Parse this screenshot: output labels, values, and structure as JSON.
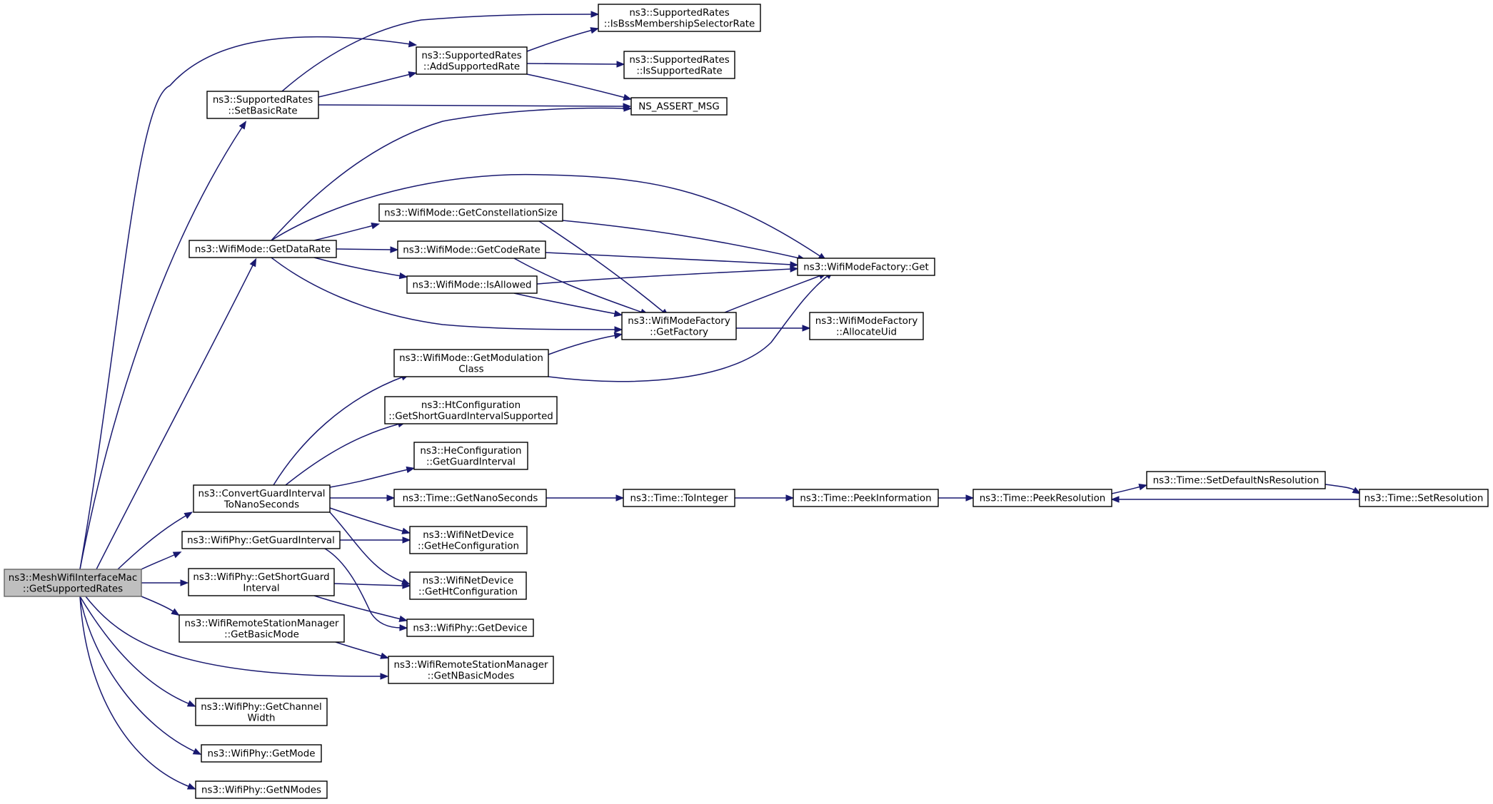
{
  "diagram": {
    "edge_color": "#191970",
    "root_fill": "#bfbfbf",
    "nodes": [
      {
        "id": "mesh",
        "lines": [
          "ns3::MeshWifiInterfaceMac",
          "::GetSupportedRates"
        ],
        "root": true
      },
      {
        "id": "setbasic",
        "lines": [
          "ns3::SupportedRates",
          "::SetBasicRate"
        ]
      },
      {
        "id": "addsup",
        "lines": [
          "ns3::SupportedRates",
          "::AddSupportedRate"
        ]
      },
      {
        "id": "isbss",
        "lines": [
          "ns3::SupportedRates",
          "::IsBssMembershipSelectorRate"
        ]
      },
      {
        "id": "issup",
        "lines": [
          "ns3::SupportedRates",
          "::IsSupportedRate"
        ]
      },
      {
        "id": "assert",
        "lines": [
          "NS_ASSERT_MSG"
        ]
      },
      {
        "id": "getdatarate",
        "lines": [
          "ns3::WifiMode::GetDataRate"
        ]
      },
      {
        "id": "constsize",
        "lines": [
          "ns3::WifiMode::GetConstellationSize"
        ]
      },
      {
        "id": "coderate",
        "lines": [
          "ns3::WifiMode::GetCodeRate"
        ]
      },
      {
        "id": "isallowed",
        "lines": [
          "ns3::WifiMode::IsAllowed"
        ]
      },
      {
        "id": "factget",
        "lines": [
          "ns3::WifiModeFactory::Get"
        ]
      },
      {
        "id": "getfactory",
        "lines": [
          "ns3::WifiModeFactory",
          "::GetFactory"
        ]
      },
      {
        "id": "allocuid",
        "lines": [
          "ns3::WifiModeFactory",
          "::AllocateUid"
        ]
      },
      {
        "id": "modclass",
        "lines": [
          "ns3::WifiMode::GetModulation",
          "Class"
        ]
      },
      {
        "id": "htshortgi",
        "lines": [
          "ns3::HtConfiguration",
          "::GetShortGuardIntervalSupported"
        ]
      },
      {
        "id": "heguard",
        "lines": [
          "ns3::HeConfiguration",
          "::GetGuardInterval"
        ]
      },
      {
        "id": "convert",
        "lines": [
          "ns3::ConvertGuardInterval",
          "ToNanoSeconds"
        ]
      },
      {
        "id": "nanosec",
        "lines": [
          "ns3::Time::GetNanoSeconds"
        ]
      },
      {
        "id": "tointeger",
        "lines": [
          "ns3::Time::ToInteger"
        ]
      },
      {
        "id": "peekinfo",
        "lines": [
          "ns3::Time::PeekInformation"
        ]
      },
      {
        "id": "peekres",
        "lines": [
          "ns3::Time::PeekResolution"
        ]
      },
      {
        "id": "setdefault",
        "lines": [
          "ns3::Time::SetDefaultNsResolution"
        ]
      },
      {
        "id": "setres",
        "lines": [
          "ns3::Time::SetResolution"
        ]
      },
      {
        "id": "guardint",
        "lines": [
          "ns3::WifiPhy::GetGuardInterval"
        ]
      },
      {
        "id": "heconf",
        "lines": [
          "ns3::WifiNetDevice",
          "::GetHeConfiguration"
        ]
      },
      {
        "id": "shortguard",
        "lines": [
          "ns3::WifiPhy::GetShortGuard",
          "Interval"
        ]
      },
      {
        "id": "htconf",
        "lines": [
          "ns3::WifiNetDevice",
          "::GetHtConfiguration"
        ]
      },
      {
        "id": "getdevice",
        "lines": [
          "ns3::WifiPhy::GetDevice"
        ]
      },
      {
        "id": "basicmode",
        "lines": [
          "ns3::WifiRemoteStationManager",
          "::GetBasicMode"
        ]
      },
      {
        "id": "nbasic",
        "lines": [
          "ns3::WifiRemoteStationManager",
          "::GetNBasicModes"
        ]
      },
      {
        "id": "chwidth",
        "lines": [
          "ns3::WifiPhy::GetChannel",
          "Width"
        ]
      },
      {
        "id": "getmode",
        "lines": [
          "ns3::WifiPhy::GetMode"
        ]
      },
      {
        "id": "getnmodes",
        "lines": [
          "ns3::WifiPhy::GetNModes"
        ]
      }
    ],
    "edges": [
      [
        "mesh",
        "setbasic"
      ],
      [
        "mesh",
        "addsup"
      ],
      [
        "mesh",
        "getdatarate"
      ],
      [
        "mesh",
        "convert"
      ],
      [
        "mesh",
        "guardint"
      ],
      [
        "mesh",
        "shortguard"
      ],
      [
        "mesh",
        "basicmode"
      ],
      [
        "mesh",
        "nbasic"
      ],
      [
        "mesh",
        "chwidth"
      ],
      [
        "mesh",
        "getmode"
      ],
      [
        "mesh",
        "getnmodes"
      ],
      [
        "setbasic",
        "addsup"
      ],
      [
        "setbasic",
        "isbss"
      ],
      [
        "setbasic",
        "assert"
      ],
      [
        "addsup",
        "isbss"
      ],
      [
        "addsup",
        "issup"
      ],
      [
        "addsup",
        "assert"
      ],
      [
        "getdatarate",
        "assert"
      ],
      [
        "getdatarate",
        "factget"
      ],
      [
        "getdatarate",
        "constsize"
      ],
      [
        "getdatarate",
        "coderate"
      ],
      [
        "getdatarate",
        "isallowed"
      ],
      [
        "getdatarate",
        "getfactory"
      ],
      [
        "constsize",
        "factget"
      ],
      [
        "constsize",
        "getfactory"
      ],
      [
        "coderate",
        "factget"
      ],
      [
        "coderate",
        "getfactory"
      ],
      [
        "isallowed",
        "factget"
      ],
      [
        "isallowed",
        "getfactory"
      ],
      [
        "getfactory",
        "factget"
      ],
      [
        "getfactory",
        "allocuid"
      ],
      [
        "modclass",
        "getfactory"
      ],
      [
        "modclass",
        "factget"
      ],
      [
        "convert",
        "modclass"
      ],
      [
        "convert",
        "htshortgi"
      ],
      [
        "convert",
        "heguard"
      ],
      [
        "convert",
        "nanosec"
      ],
      [
        "convert",
        "heconf"
      ],
      [
        "convert",
        "htconf"
      ],
      [
        "nanosec",
        "tointeger"
      ],
      [
        "tointeger",
        "peekinfo"
      ],
      [
        "peekinfo",
        "peekres"
      ],
      [
        "peekres",
        "setdefault"
      ],
      [
        "setdefault",
        "setres"
      ],
      [
        "setres",
        "peekres"
      ],
      [
        "guardint",
        "heconf"
      ],
      [
        "guardint",
        "getdevice"
      ],
      [
        "shortguard",
        "htconf"
      ],
      [
        "shortguard",
        "getdevice"
      ],
      [
        "basicmode",
        "nbasic"
      ]
    ]
  }
}
